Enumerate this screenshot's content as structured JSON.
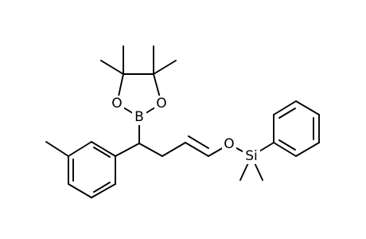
{
  "structure": {
    "atom_labels": {
      "boron": "B",
      "oxygen_ring_left": "O",
      "oxygen_ring_right": "O",
      "oxygen_ether": "O",
      "silicon": "Si"
    }
  },
  "colors": {
    "bond": "#000000",
    "label": "#000000",
    "background": "#ffffff"
  }
}
